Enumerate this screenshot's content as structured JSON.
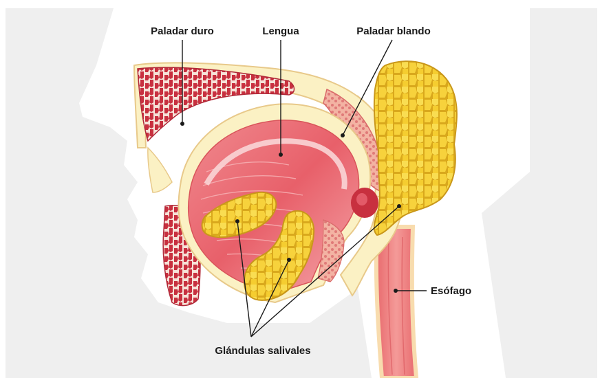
{
  "labels": {
    "hard_palate": "Paladar duro",
    "tongue": "Lengua",
    "soft_palate": "Paladar blando",
    "esophagus": "Esófago",
    "salivary_glands": "Glándulas salivales"
  },
  "colors": {
    "background_panel": "#efefef",
    "silhouette": "#ffffff",
    "tissue_cream": "#fbf1c4",
    "tissue_outline": "#e8c98a",
    "tongue_muscle": "#e8606a",
    "tongue_light": "#f6a9ae",
    "palate_red": "#c8303f",
    "gland_yellow": "#f7d23c",
    "gland_outline": "#d9a81c",
    "esophagus": "#ec7f80"
  }
}
